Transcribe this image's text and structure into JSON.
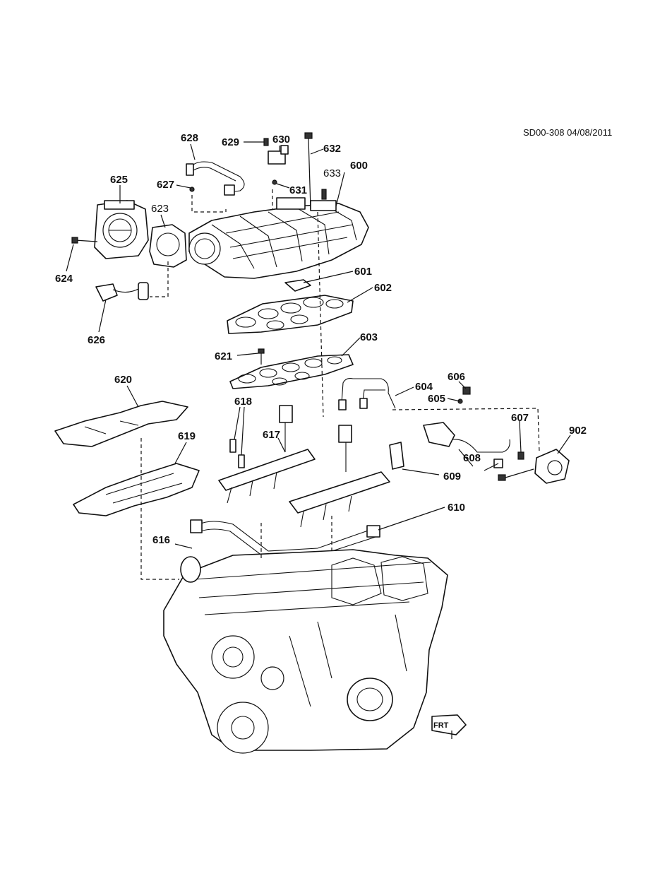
{
  "header": {
    "doc_ref": "SD00-308 04/08/2011"
  },
  "callouts": {
    "c600": "600",
    "c601": "601",
    "c602": "602",
    "c603": "603",
    "c604": "604",
    "c605": "605",
    "c606": "606",
    "c607": "607",
    "c608": "608",
    "c609": "609",
    "c610": "610",
    "c616": "616",
    "c617": "617",
    "c618": "618",
    "c619": "619",
    "c620": "620",
    "c621": "621",
    "c623": "623",
    "c624": "624",
    "c625": "625",
    "c626": "626",
    "c627": "627",
    "c628": "628",
    "c629": "629",
    "c630": "630",
    "c631": "631",
    "c632": "632",
    "c633": "633",
    "c902": "902"
  },
  "front_indicator": {
    "label": "FRT"
  }
}
